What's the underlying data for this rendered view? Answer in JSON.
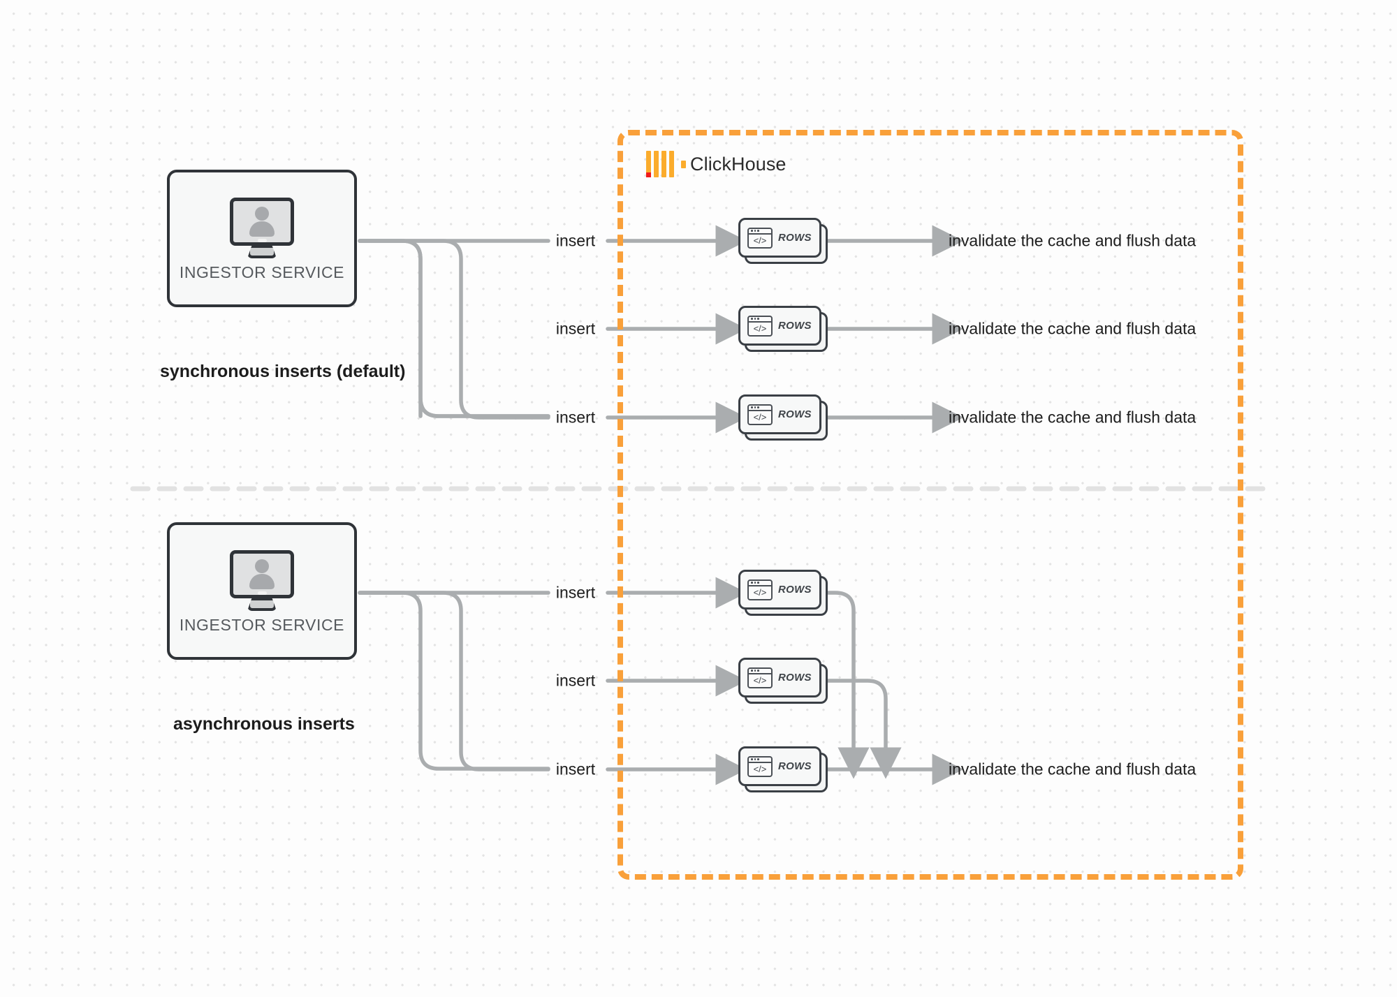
{
  "boundary": {
    "name": "ClickHouse",
    "logo_icon": "clickhouse-logo-icon",
    "color": "#f9a03a"
  },
  "sections": [
    {
      "id": "synchronous",
      "caption": "synchronous inserts (default)",
      "service": {
        "label": "INGESTOR SERVICE",
        "icon": "monitor-user-icon"
      },
      "rows": [
        {
          "insert_label": "insert",
          "card_label": "ROWS",
          "card_icon": "code-window-icon",
          "result_label": "invalidate the cache and flush data"
        },
        {
          "insert_label": "insert",
          "card_label": "ROWS",
          "card_icon": "code-window-icon",
          "result_label": "invalidate the cache and flush data"
        },
        {
          "insert_label": "insert",
          "card_label": "ROWS",
          "card_icon": "code-window-icon",
          "result_label": "invalidate the cache and flush data"
        }
      ]
    },
    {
      "id": "asynchronous",
      "caption": "asynchronous inserts",
      "service": {
        "label": "INGESTOR SERVICE",
        "icon": "monitor-user-icon"
      },
      "rows": [
        {
          "insert_label": "insert",
          "card_label": "ROWS",
          "card_icon": "code-window-icon"
        },
        {
          "insert_label": "insert",
          "card_label": "ROWS",
          "card_icon": "code-window-icon"
        },
        {
          "insert_label": "insert",
          "card_label": "ROWS",
          "card_icon": "code-window-icon"
        }
      ],
      "merged_result_label": "invalidate the cache and flush data"
    }
  ],
  "colors": {
    "wire": "#aaadaf",
    "divider": "#e2e2e2",
    "box_border": "#2f3338",
    "accent": "#f9a03a"
  }
}
